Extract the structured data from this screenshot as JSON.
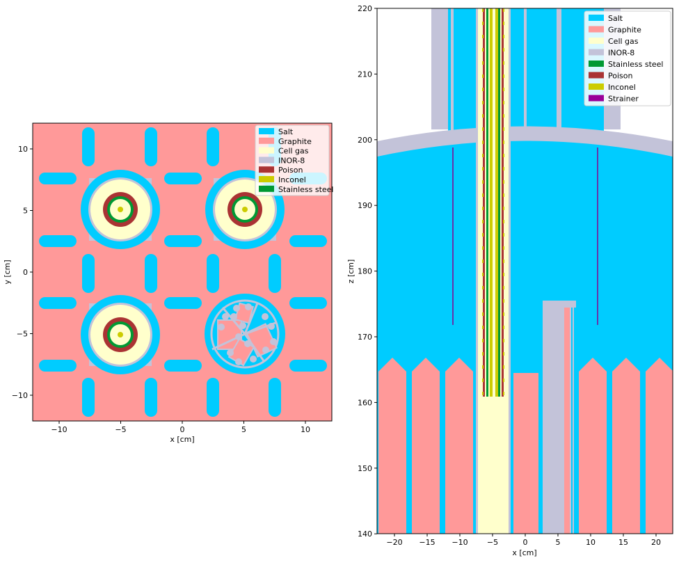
{
  "colors": {
    "salt": "#00ccff",
    "graphite": "#ff9999",
    "cell_gas": "#ffffcc",
    "inor8": "#c3c3d9",
    "stainless": "#009933",
    "poison": "#aa3333",
    "inconel": "#cccc00",
    "strainer": "#990099"
  },
  "left_plot": {
    "xlabel": "x [cm]",
    "ylabel": "y [cm]",
    "xticks": [
      "−10",
      "−5",
      "0",
      "5",
      "10"
    ],
    "yticks": [
      "10",
      "5",
      "0",
      "−5",
      "−10"
    ],
    "legend": [
      "Salt",
      "Graphite",
      "Cell gas",
      "INOR-8",
      "Poison",
      "Inconel",
      "Stainless steel"
    ]
  },
  "right_plot": {
    "xlabel": "x [cm]",
    "ylabel": "z [cm]",
    "xticks": [
      "−20",
      "−15",
      "−10",
      "−5",
      "0",
      "5",
      "10",
      "15",
      "20"
    ],
    "yticks": [
      "220",
      "210",
      "200",
      "190",
      "180",
      "170",
      "160",
      "150",
      "140"
    ],
    "legend": [
      "Salt",
      "Graphite",
      "Cell gas",
      "INOR-8",
      "Stainless steel",
      "Poison",
      "Inconel",
      "Strainer"
    ]
  }
}
